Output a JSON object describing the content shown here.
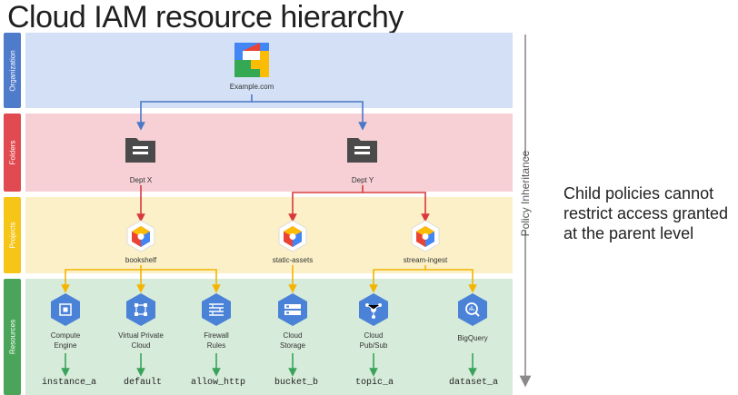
{
  "title": "Cloud IAM resource hierarchy",
  "levels": {
    "organization": "Organization",
    "folders": "Folders",
    "projects": "Projects",
    "resources": "Resources"
  },
  "org": {
    "label": "Example.com",
    "icon": "google-cloud-logo-icon"
  },
  "folders": [
    {
      "label": "Dept X",
      "icon": "folder-icon"
    },
    {
      "label": "Dept Y",
      "icon": "folder-icon"
    }
  ],
  "projects": [
    {
      "label": "bookshelf",
      "icon": "project-hexagon-icon"
    },
    {
      "label": "static-assets",
      "icon": "project-hexagon-icon"
    },
    {
      "label": "stream-ingest",
      "icon": "project-hexagon-icon"
    }
  ],
  "resources": [
    {
      "label_line1": "Compute",
      "label_line2": "Engine",
      "instance": "instance_a",
      "icon": "compute-engine-icon"
    },
    {
      "label_line1": "Virtual Private",
      "label_line2": "Cloud",
      "instance": "default",
      "icon": "vpc-icon"
    },
    {
      "label_line1": "Firewall",
      "label_line2": "Rules",
      "instance": "allow_http",
      "icon": "firewall-icon"
    },
    {
      "label_line1": "Cloud",
      "label_line2": "Storage",
      "instance": "bucket_b",
      "icon": "cloud-storage-icon"
    },
    {
      "label_line1": "Cloud",
      "label_line2": "Pub/Sub",
      "instance": "topic_a",
      "icon": "pubsub-icon"
    },
    {
      "label_line1": "BigQuery",
      "label_line2": "",
      "instance": "dataset_a",
      "icon": "bigquery-icon"
    }
  ],
  "policy_inheritance": "Policy Inheritance",
  "note": "Child policies cannot restrict access granted at the parent level",
  "colors": {
    "org_connector": "#4a78c8",
    "folder_connector": "#d9383c",
    "project_connector": "#f4b400",
    "resource_connector": "#3aa35a",
    "hex_blue": "#4a82d8"
  }
}
